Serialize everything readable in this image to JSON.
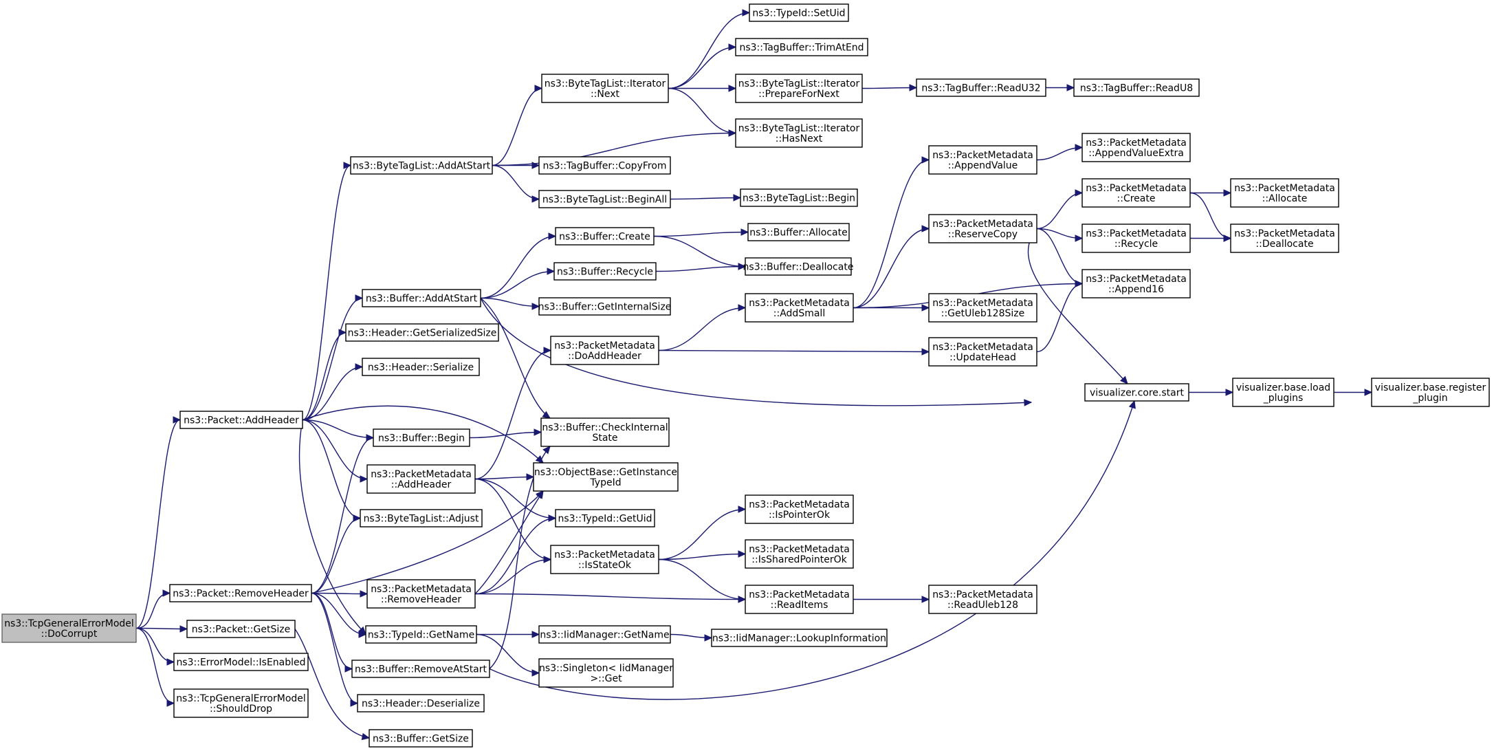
{
  "nodes": {
    "root": [
      "ns3::TcpGeneralErrorModel",
      "::DoCorrupt"
    ],
    "addHeader": [
      "ns3::Packet::AddHeader"
    ],
    "removeHeader": [
      "ns3::Packet::RemoveHeader"
    ],
    "getSize": [
      "ns3::Packet::GetSize"
    ],
    "isEnabled": [
      "ns3::ErrorModel::IsEnabled"
    ],
    "shouldDrop": [
      "ns3::TcpGeneralErrorModel",
      "::ShouldDrop"
    ],
    "btlAddAtStart": [
      "ns3::ByteTagList::AddAtStart"
    ],
    "bufAddAtStart": [
      "ns3::Buffer::AddAtStart"
    ],
    "hdrGetSerSize": [
      "ns3::Header::GetSerializedSize"
    ],
    "hdrSerialize": [
      "ns3::Header::Serialize"
    ],
    "bufBegin": [
      "ns3::Buffer::Begin"
    ],
    "pmAddHeader": [
      "ns3::PacketMetadata",
      "::AddHeader"
    ],
    "btlAdjust": [
      "ns3::ByteTagList::Adjust"
    ],
    "pmRemoveHeader": [
      "ns3::PacketMetadata",
      "::RemoveHeader"
    ],
    "tidGetName": [
      "ns3::TypeId::GetName"
    ],
    "bufRemoveAtStart": [
      "ns3::Buffer::RemoveAtStart"
    ],
    "hdrDeserialize": [
      "ns3::Header::Deserialize"
    ],
    "bufGetSize": [
      "ns3::Buffer::GetSize"
    ],
    "btlItNext": [
      "ns3::ByteTagList::Iterator",
      "::Next"
    ],
    "tbCopyFrom": [
      "ns3::TagBuffer::CopyFrom"
    ],
    "btlBeginAll": [
      "ns3::ByteTagList::BeginAll"
    ],
    "bufCreate": [
      "ns3::Buffer::Create"
    ],
    "bufRecycle": [
      "ns3::Buffer::Recycle"
    ],
    "bufGetInternalSize": [
      "ns3::Buffer::GetInternalSize"
    ],
    "pmDoAddHeader": [
      "ns3::PacketMetadata",
      "::DoAddHeader"
    ],
    "bufCheckInternalState": [
      "ns3::Buffer::CheckInternal",
      "State"
    ],
    "obGetInstanceTypeId": [
      "ns3::ObjectBase::GetInstance",
      "TypeId"
    ],
    "tidGetUid": [
      "ns3::TypeId::GetUid"
    ],
    "pmIsStateOk": [
      "ns3::PacketMetadata",
      "::IsStateOk"
    ],
    "iidGetName": [
      "ns3::IidManager::GetName"
    ],
    "singletonGet": [
      "ns3::Singleton< IidManager",
      ">::Get"
    ],
    "tidSetUid": [
      "ns3::TypeId::SetUid"
    ],
    "tbTrimAtEnd": [
      "ns3::TagBuffer::TrimAtEnd"
    ],
    "btlItPrepareForNext": [
      "ns3::ByteTagList::Iterator",
      "::PrepareForNext"
    ],
    "btlItHasNext": [
      "ns3::ByteTagList::Iterator",
      "::HasNext"
    ],
    "btlBegin": [
      "ns3::ByteTagList::Begin"
    ],
    "bufAllocate": [
      "ns3::Buffer::Allocate"
    ],
    "bufDeallocate": [
      "ns3::Buffer::Deallocate"
    ],
    "pmAddSmall": [
      "ns3::PacketMetadata",
      "::AddSmall"
    ],
    "pmIsPointerOk": [
      "ns3::PacketMetadata",
      "::IsPointerOk"
    ],
    "pmIsSharedPointerOk": [
      "ns3::PacketMetadata",
      "::IsSharedPointerOk"
    ],
    "pmReadItems": [
      "ns3::PacketMetadata",
      "::ReadItems"
    ],
    "iidLookupInformation": [
      "ns3::IidManager::LookupInformation"
    ],
    "tbReadU32": [
      "ns3::TagBuffer::ReadU32"
    ],
    "pmAppendValue": [
      "ns3::PacketMetadata",
      "::AppendValue"
    ],
    "pmReserveCopy": [
      "ns3::PacketMetadata",
      "::ReserveCopy"
    ],
    "pmGetUleb128Size": [
      "ns3::PacketMetadata",
      "::GetUleb128Size"
    ],
    "pmUpdateHead": [
      "ns3::PacketMetadata",
      "::UpdateHead"
    ],
    "pmReadUleb128": [
      "ns3::PacketMetadata",
      "::ReadUleb128"
    ],
    "tbReadU8": [
      "ns3::TagBuffer::ReadU8"
    ],
    "pmAppendValueExtra": [
      "ns3::PacketMetadata",
      "::AppendValueExtra"
    ],
    "pmCreate": [
      "ns3::PacketMetadata",
      "::Create"
    ],
    "pmRecycle": [
      "ns3::PacketMetadata",
      "::Recycle"
    ],
    "pmAppend16": [
      "ns3::PacketMetadata",
      "::Append16"
    ],
    "vizCoreStart": [
      "visualizer.core.start"
    ],
    "pmAllocate": [
      "ns3::PacketMetadata",
      "::Allocate"
    ],
    "pmDeallocate": [
      "ns3::PacketMetadata",
      "::Deallocate"
    ],
    "vizLoadPlugins": [
      "visualizer.base.load",
      "_plugins"
    ],
    "vizRegisterPlugin": [
      "visualizer.base.register",
      "_plugin"
    ]
  },
  "edges": [
    [
      "root",
      "addHeader"
    ],
    [
      "root",
      "removeHeader"
    ],
    [
      "root",
      "getSize"
    ],
    [
      "root",
      "isEnabled"
    ],
    [
      "root",
      "shouldDrop"
    ],
    [
      "addHeader",
      "btlAddAtStart"
    ],
    [
      "addHeader",
      "bufAddAtStart"
    ],
    [
      "addHeader",
      "hdrGetSerSize"
    ],
    [
      "addHeader",
      "hdrSerialize"
    ],
    [
      "addHeader",
      "bufBegin"
    ],
    [
      "addHeader",
      "pmAddHeader"
    ],
    [
      "addHeader",
      "btlAdjust"
    ],
    [
      "addHeader",
      "obGetInstanceTypeId"
    ],
    [
      "addHeader",
      "tidGetName"
    ],
    [
      "removeHeader",
      "bufBegin"
    ],
    [
      "removeHeader",
      "btlAdjust"
    ],
    [
      "removeHeader",
      "pmRemoveHeader"
    ],
    [
      "removeHeader",
      "tidGetName"
    ],
    [
      "removeHeader",
      "bufRemoveAtStart"
    ],
    [
      "removeHeader",
      "hdrDeserialize"
    ],
    [
      "removeHeader",
      "obGetInstanceTypeId"
    ],
    [
      "getSize",
      "bufGetSize"
    ],
    [
      "btlAddAtStart",
      "btlItNext"
    ],
    [
      "btlAddAtStart",
      "btlItHasNext"
    ],
    [
      "btlAddAtStart",
      "tbCopyFrom"
    ],
    [
      "btlAddAtStart",
      "btlBeginAll"
    ],
    [
      "btlItNext",
      "tidSetUid"
    ],
    [
      "btlItNext",
      "tbTrimAtEnd"
    ],
    [
      "btlItNext",
      "btlItPrepareForNext"
    ],
    [
      "btlItNext",
      "btlItHasNext"
    ],
    [
      "btlItPrepareForNext",
      "tbReadU32"
    ],
    [
      "tbReadU32",
      "tbReadU8"
    ],
    [
      "btlBeginAll",
      "btlBegin"
    ],
    [
      "bufAddAtStart",
      "bufCreate"
    ],
    [
      "bufAddAtStart",
      "bufRecycle"
    ],
    [
      "bufAddAtStart",
      "bufGetInternalSize"
    ],
    [
      "bufAddAtStart",
      "bufCheckInternalState"
    ],
    [
      "bufAddAtStart",
      "vizCoreStart"
    ],
    [
      "bufCreate",
      "bufAllocate"
    ],
    [
      "bufCreate",
      "bufDeallocate"
    ],
    [
      "bufRecycle",
      "bufDeallocate"
    ],
    [
      "bufBegin",
      "bufCheckInternalState"
    ],
    [
      "pmAddHeader",
      "pmDoAddHeader"
    ],
    [
      "pmAddHeader",
      "obGetInstanceTypeId"
    ],
    [
      "pmAddHeader",
      "tidGetUid"
    ],
    [
      "pmAddHeader",
      "pmIsStateOk"
    ],
    [
      "pmRemoveHeader",
      "obGetInstanceTypeId"
    ],
    [
      "pmRemoveHeader",
      "tidGetUid"
    ],
    [
      "pmRemoveHeader",
      "pmIsStateOk"
    ],
    [
      "pmRemoveHeader",
      "pmReadItems"
    ],
    [
      "pmDoAddHeader",
      "pmAddSmall"
    ],
    [
      "pmDoAddHeader",
      "pmUpdateHead"
    ],
    [
      "pmAddSmall",
      "pmAppendValue"
    ],
    [
      "pmAddSmall",
      "pmReserveCopy"
    ],
    [
      "pmAddSmall",
      "pmGetUleb128Size"
    ],
    [
      "pmAddSmall",
      "pmAppend16"
    ],
    [
      "pmUpdateHead",
      "pmAppend16"
    ],
    [
      "pmAppendValue",
      "pmAppendValueExtra"
    ],
    [
      "pmReserveCopy",
      "pmCreate"
    ],
    [
      "pmReserveCopy",
      "pmRecycle"
    ],
    [
      "pmReserveCopy",
      "pmAppend16"
    ],
    [
      "pmReserveCopy",
      "vizCoreStart"
    ],
    [
      "pmCreate",
      "pmAllocate"
    ],
    [
      "pmCreate",
      "pmDeallocate"
    ],
    [
      "pmRecycle",
      "pmDeallocate"
    ],
    [
      "pmIsStateOk",
      "pmIsPointerOk"
    ],
    [
      "pmIsStateOk",
      "pmIsSharedPointerOk"
    ],
    [
      "pmIsStateOk",
      "pmReadItems"
    ],
    [
      "pmReadItems",
      "pmReadUleb128"
    ],
    [
      "tidGetName",
      "iidGetName"
    ],
    [
      "tidGetName",
      "singletonGet"
    ],
    [
      "iidGetName",
      "iidLookupInformation"
    ],
    [
      "bufRemoveAtStart",
      "bufCheckInternalState"
    ],
    [
      "bufRemoveAtStart",
      "vizCoreStart"
    ],
    [
      "vizCoreStart",
      "vizLoadPlugins"
    ],
    [
      "vizLoadPlugins",
      "vizRegisterPlugin"
    ]
  ],
  "colors": {
    "edge": "#191970",
    "root_fill": "#bfbfbf",
    "node_border": "#000000"
  }
}
